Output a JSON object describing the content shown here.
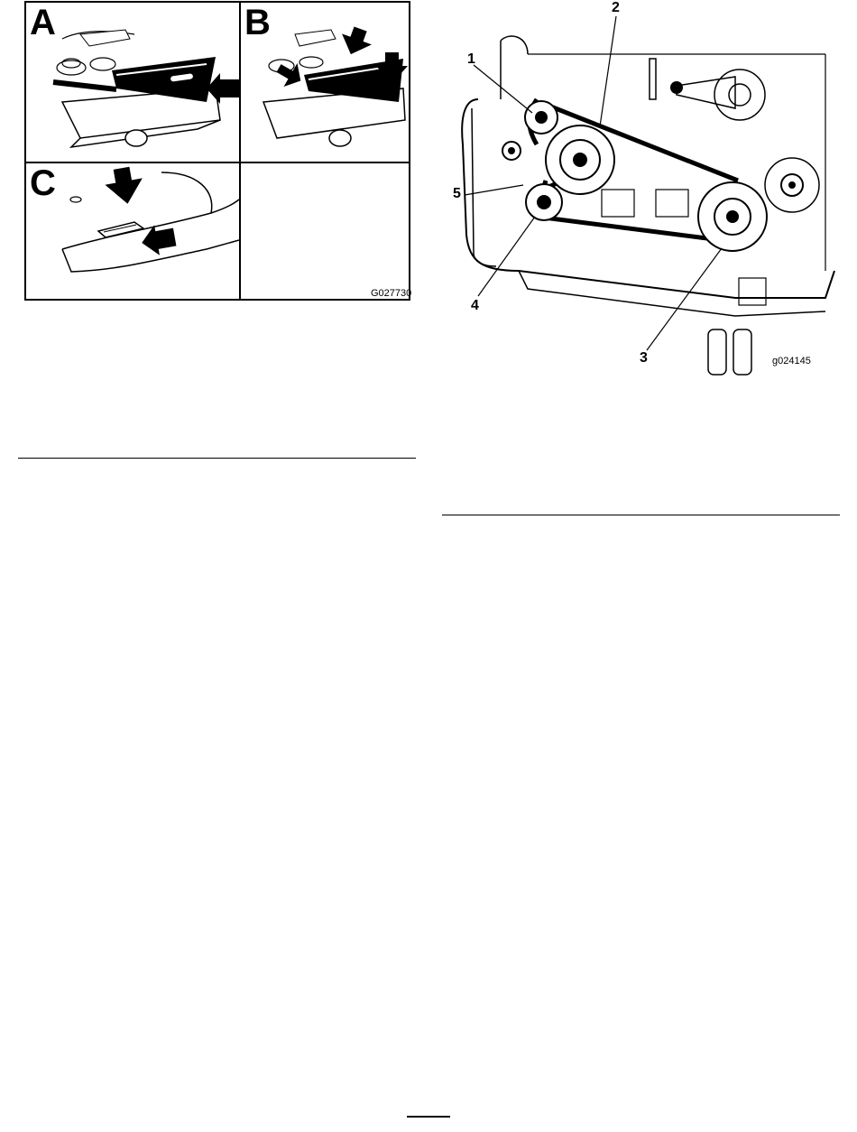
{
  "figure_left": {
    "panels": [
      {
        "letter": "A"
      },
      {
        "letter": "B"
      },
      {
        "letter": "C"
      }
    ],
    "code": "G027730"
  },
  "figure_right": {
    "callouts": [
      "1",
      "2",
      "3",
      "4",
      "5"
    ],
    "code": "g024145"
  }
}
